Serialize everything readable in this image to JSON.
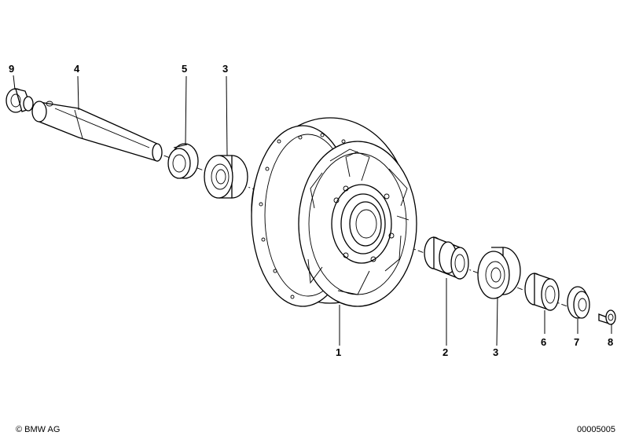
{
  "callouts": [
    {
      "id": "9",
      "label": "9"
    },
    {
      "id": "4",
      "label": "4"
    },
    {
      "id": "5",
      "label": "5"
    },
    {
      "id": "3-top",
      "label": "3"
    },
    {
      "id": "1",
      "label": "1"
    },
    {
      "id": "2",
      "label": "2"
    },
    {
      "id": "3-bottom",
      "label": "3"
    },
    {
      "id": "6",
      "label": "6"
    },
    {
      "id": "7",
      "label": "7"
    },
    {
      "id": "8",
      "label": "8"
    }
  ],
  "footer": {
    "copyright": "© BMW AG",
    "diagram_number": "00005005"
  }
}
